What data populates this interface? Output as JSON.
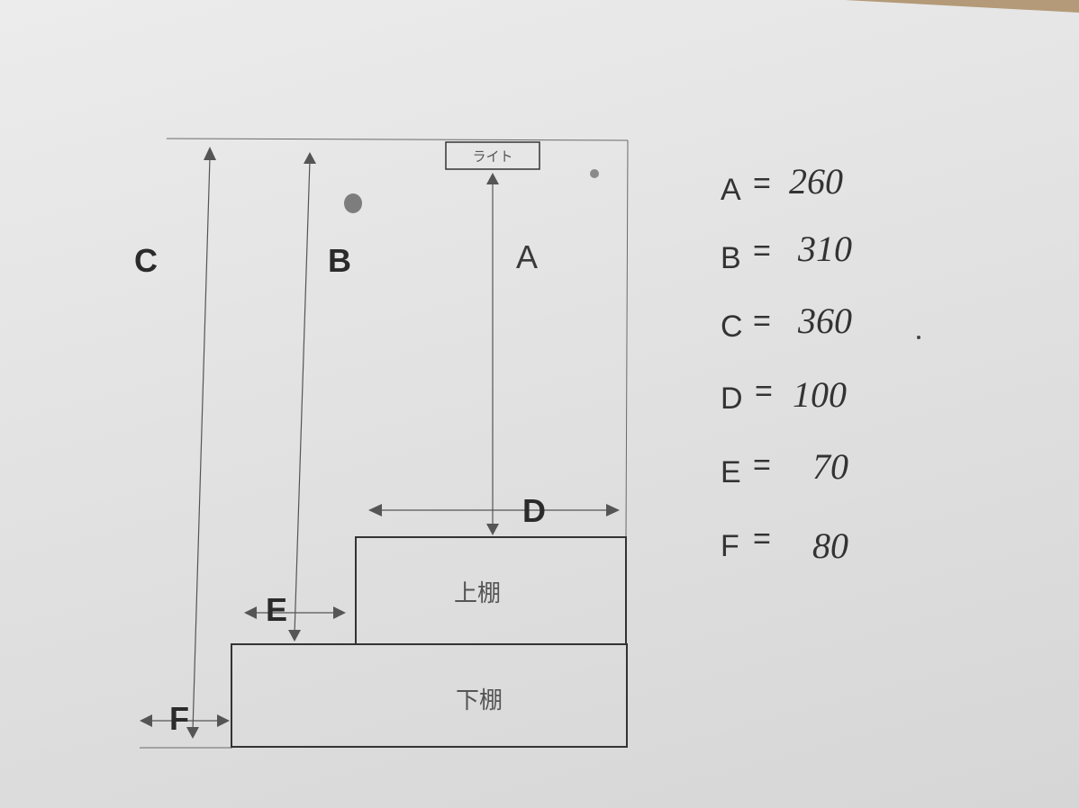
{
  "diagram": {
    "light_label": "ライト",
    "upper_shelf_label": "上棚",
    "lower_shelf_label": "下棚",
    "dimension_labels": {
      "a": "A",
      "b": "B",
      "c": "C",
      "d": "D",
      "e": "E",
      "f": "F"
    }
  },
  "values": [
    {
      "key": "A",
      "eq": "=",
      "value": "260"
    },
    {
      "key": "B",
      "eq": "=",
      "value": "310"
    },
    {
      "key": "C",
      "eq": "=",
      "value": "360"
    },
    {
      "key": "D",
      "eq": "=",
      "value": "100"
    },
    {
      "key": "E",
      "eq": "=",
      "value": "70"
    },
    {
      "key": "F",
      "eq": "=",
      "value": "80"
    }
  ]
}
